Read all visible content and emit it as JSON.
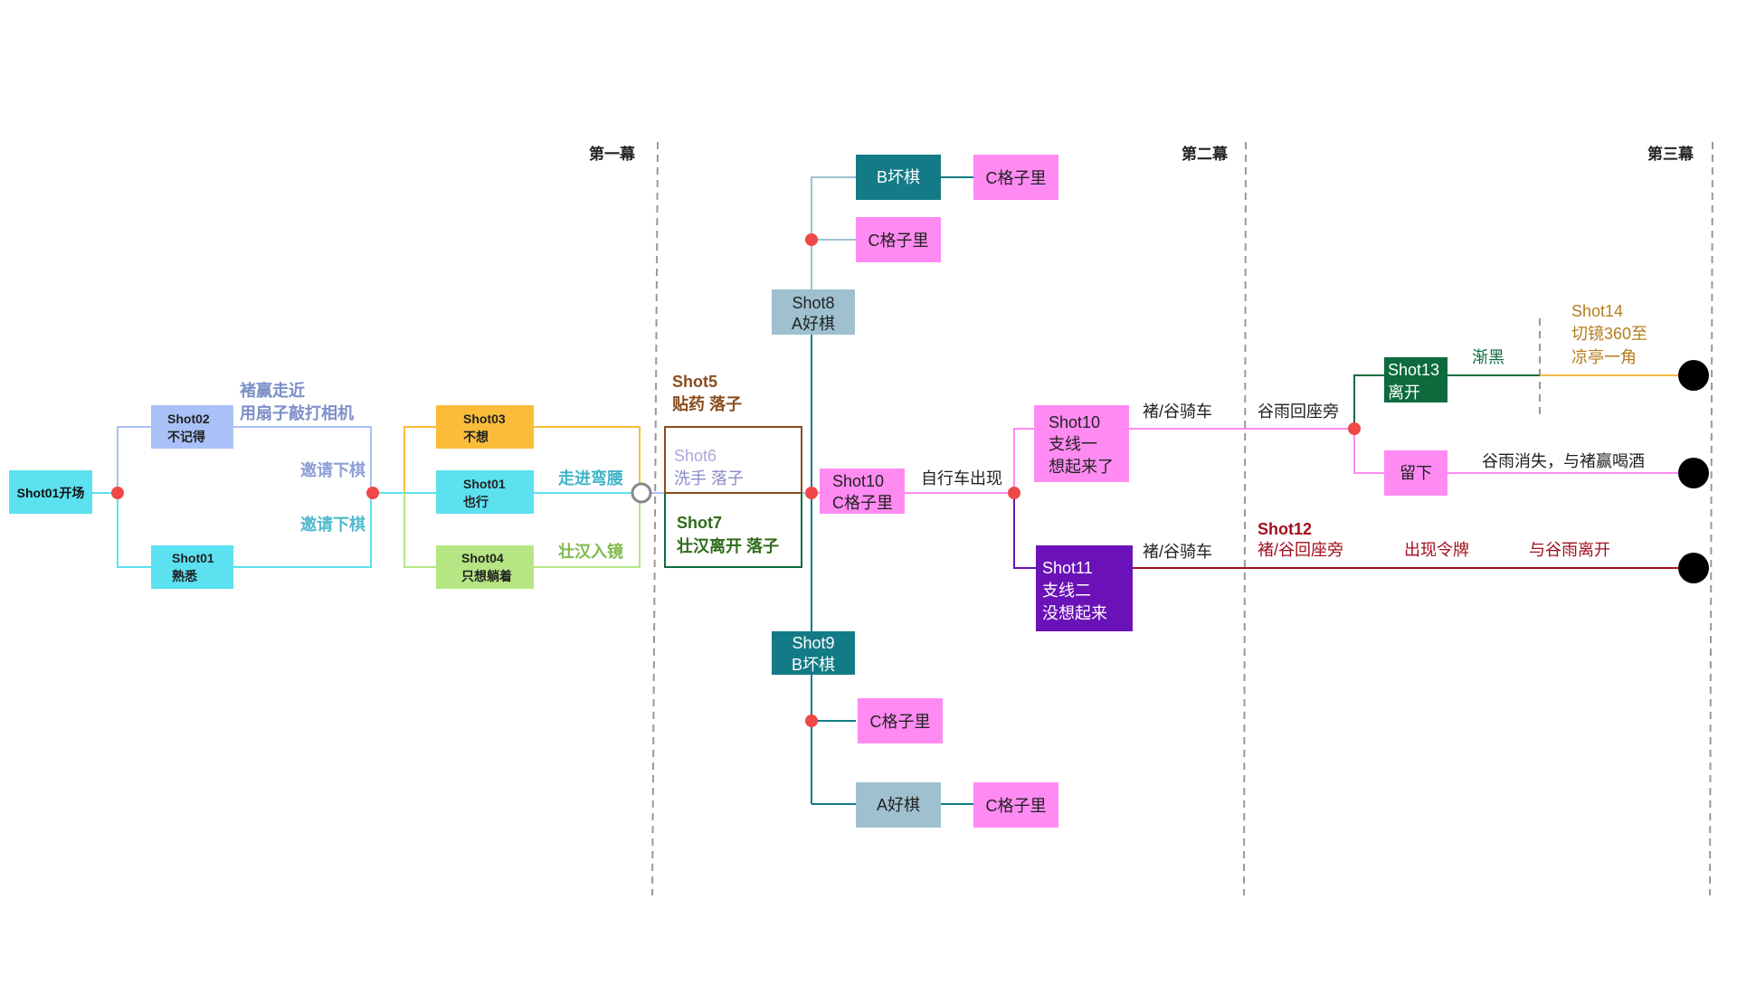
{
  "acts": {
    "act1": "第一幕",
    "act2": "第二幕",
    "act3": "第三幕"
  },
  "colors": {
    "gray_line": "#999999",
    "red_dot": "#f04848",
    "cyan": "#5ce1f0",
    "lightblue": "#a9c1f7",
    "orange": "#fbbd39",
    "green_light": "#b5e683",
    "teal_dark": "#137b86",
    "steel": "#9ec0cf",
    "pink": "#ff8af2",
    "purple": "#6a12b7",
    "dark_green": "#0d6b3d",
    "brown": "#8a4c1d",
    "dark_red": "#a10f1d",
    "gold": "#f5b74a"
  },
  "nodes": {
    "shot01_open": "Shot01开场",
    "shot02_line1": "Shot02",
    "shot02_line2": "不记得",
    "shot01_fam_line1": "Shot01",
    "shot01_fam_line2": "熟悉",
    "shot03_line1": "Shot03",
    "shot03_line2": "不想",
    "shot01_also_line1": "Shot01",
    "shot01_also_line2": "也行",
    "shot04_line1": "Shot04",
    "shot04_line2": "只想躺着",
    "shot6_line1": "Shot6",
    "shot6_line2": "洗手 落子",
    "shot7_line1": "Shot7",
    "shot7_line2": "壮汉离开 落子",
    "shot8_line1": "Shot8",
    "shot8_line2": "A好棋",
    "b_bad_top": "B坏棋",
    "c_inside_1": "C格子里",
    "c_inside_2": "C格子里",
    "shot9_line1": "Shot9",
    "shot9_line2": "B坏棋",
    "c_inside_3": "C格子里",
    "a_good": "A好棋",
    "c_inside_4": "C格子里",
    "shot10a_line1": "Shot10",
    "shot10a_line2": "C格子里",
    "shot10b_line1": "Shot10",
    "shot10b_line2": "支线一",
    "shot10b_line3": "想起来了",
    "shot11_line1": "Shot11",
    "shot11_line2": "支线二",
    "shot11_line3": "没想起来",
    "shot13_line1": "Shot13",
    "shot13_line2": "离开",
    "stay": "留下"
  },
  "labels": {
    "chu_near_1": "褚赢走近",
    "chu_near_2": "用扇子敲打相机",
    "invite_1": "邀请下棋",
    "invite_2": "邀请下棋",
    "walk_bend": "走进弯腰",
    "strong_enter": "壮汉入镜",
    "shot5_1": "Shot5",
    "shot5_2": "贴药 落子",
    "bike_appear": "自行车出现",
    "ride_1": "褚/谷骑车",
    "ride_2": "褚/谷骑车",
    "guyu_back": "谷雨回座旁",
    "fade_black": "渐黑",
    "shot14_1": "Shot14",
    "shot14_2": "切镜360至",
    "shot14_3": "凉亭一角",
    "guyu_vanish": "谷雨消失，与褚赢喝酒",
    "shot12_1": "Shot12",
    "shot12_2": "褚/谷回座旁",
    "token_appear": "出现令牌",
    "leave_with_guyu": "与谷雨离开"
  }
}
